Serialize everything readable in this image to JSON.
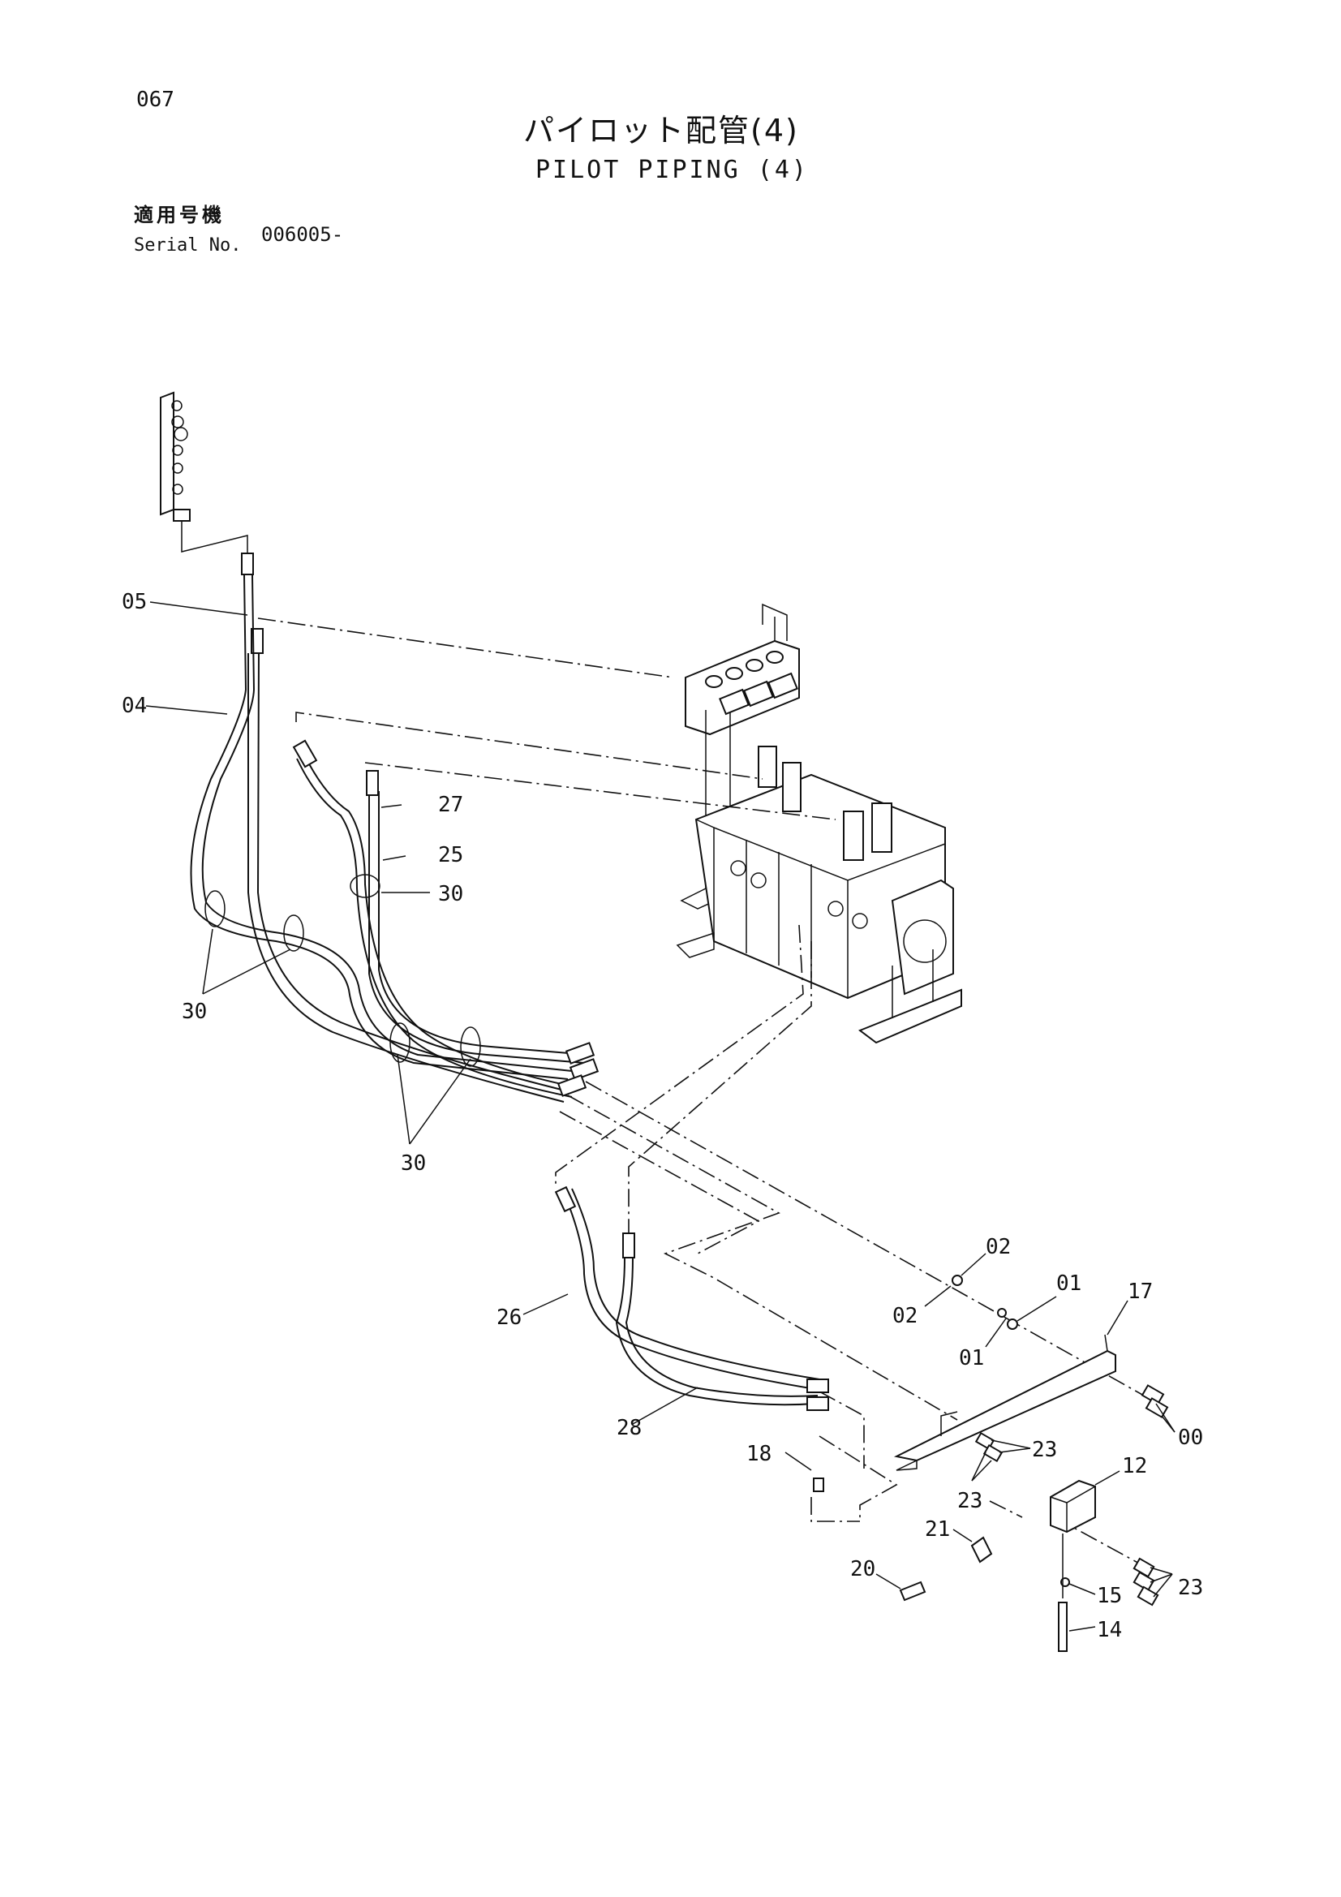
{
  "header": {
    "page_number": "067",
    "title_jp": "パイロット配管(4)",
    "title_en": "PILOT PIPING (4)",
    "serial_label_jp": "適用号機",
    "serial_label_en": "Serial No.",
    "serial_value": "006005-"
  },
  "callouts": {
    "c05": "05",
    "c04": "04",
    "c27": "27",
    "c25": "25",
    "c30a": "30",
    "c30b": "30",
    "c30c": "30",
    "c26": "26",
    "c28": "28",
    "c02a": "02",
    "c02b": "02",
    "c01a": "01",
    "c01b": "01",
    "c17": "17",
    "c00": "00",
    "c23a": "23",
    "c23b": "23",
    "c23c": "23",
    "c12": "12",
    "c18": "18",
    "c21": "21",
    "c20": "20",
    "c15": "15",
    "c14": "14"
  }
}
